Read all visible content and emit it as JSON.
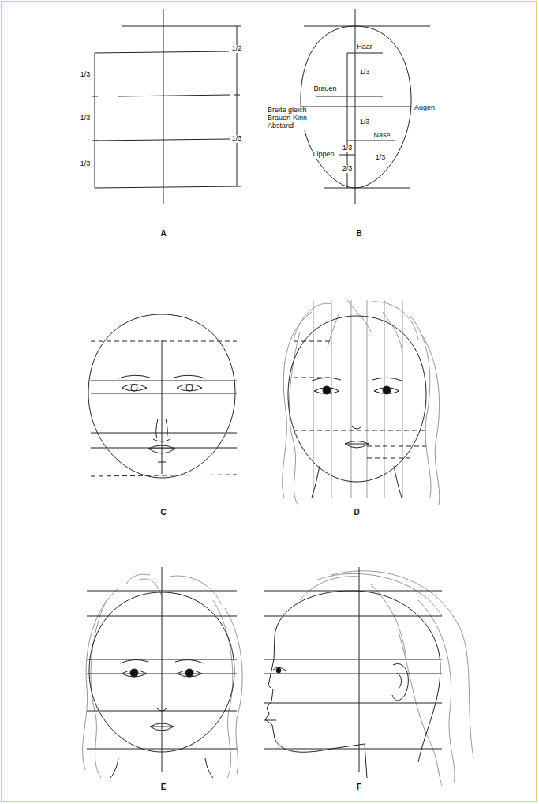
{
  "diagram": {
    "labels": [
      "1/3",
      "1/3",
      "1/3",
      "1/2",
      "1/3",
      "A",
      "Haar",
      "1/3",
      "Brauen",
      "Augen",
      "Breite gleich Brauen-Kinn-Abstand",
      "1/3",
      "Nase",
      "1/3",
      "1/3",
      "Lippen",
      "2/3",
      "B",
      "C",
      "D",
      "E",
      "F"
    ]
  }
}
